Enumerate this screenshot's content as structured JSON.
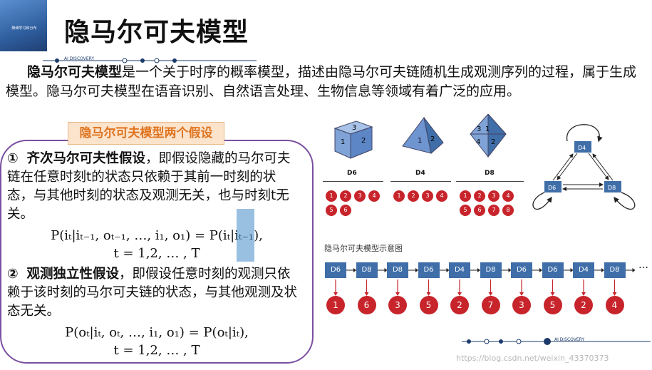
{
  "book": {
    "cover_text": "降维学习和分布"
  },
  "title": "隐马尔可夫模型",
  "brand": "AI DISCOVERY",
  "intro": {
    "term": "隐马尔可夫模型",
    "rest": "是一个关于时序的概率模型，描述由隐马尔可夫链随机生成观测序列的过程，属于生成模型。隐马尔可夫模型在语音识别、自然语言处理、生物信息等领域有着广泛的应用。"
  },
  "assumptions": {
    "heading": "隐马尔可夫模型两个假设",
    "items": [
      {
        "num": "①",
        "name": "齐次马尔可夫性假设",
        "text": "，即假设隐藏的马尔可夫链在任意时刻t的状态只依赖于其前一时刻的状态，与其他时刻的状态及观测无关，也与时刻t无关。",
        "formula1": "P(iₜ|iₜ₋₁, oₜ₋₁, …, i₁, o₁) = P(iₜ|iₜ₋₁),",
        "formula2": "t = 1,2, … , T"
      },
      {
        "num": "②",
        "name": "观测独立性假设",
        "text": "，即假设任意时刻的观测只依赖于该时刻的马尔可夫链的状态，与其他观测及状态无关。",
        "formula1": "P(oₜ|iₜ, oₜ, …, i₁, o₁) = P(oₜ|iₜ),",
        "formula2": "t = 1,2, … , T"
      }
    ]
  },
  "dice": [
    {
      "label": "D6",
      "faces": [
        "1",
        "2",
        "3",
        "4",
        "5",
        "6"
      ],
      "shape_numbers": [
        "3",
        "1",
        "2"
      ]
    },
    {
      "label": "D4",
      "faces": [
        "1",
        "2",
        "3",
        "4"
      ],
      "shape_numbers": [
        "1",
        "2"
      ]
    },
    {
      "label": "D8",
      "faces": [
        "1",
        "2",
        "3",
        "4",
        "5",
        "6",
        "7",
        "8"
      ],
      "shape_numbers": [
        "3",
        "1",
        "4",
        "2"
      ]
    }
  ],
  "state_graph": {
    "nodes": [
      "D4",
      "D6",
      "D8"
    ]
  },
  "diagram": {
    "caption": "隐马尔可夫模型示意图",
    "hidden": [
      "D6",
      "D8",
      "D8",
      "D6",
      "D4",
      "D8",
      "D6",
      "D6",
      "D4",
      "D8"
    ],
    "observed": [
      "1",
      "6",
      "3",
      "5",
      "2",
      "7",
      "3",
      "5",
      "2",
      "4"
    ],
    "ellipsis": "…"
  },
  "watermark": "https://blog.csdn.net/weixin_43370373",
  "colors": {
    "accent_purple": "#7a4fa0",
    "heading_orange": "#e0741f",
    "state_blue": "#3f6ea8",
    "observation_red": "#c8242b"
  }
}
